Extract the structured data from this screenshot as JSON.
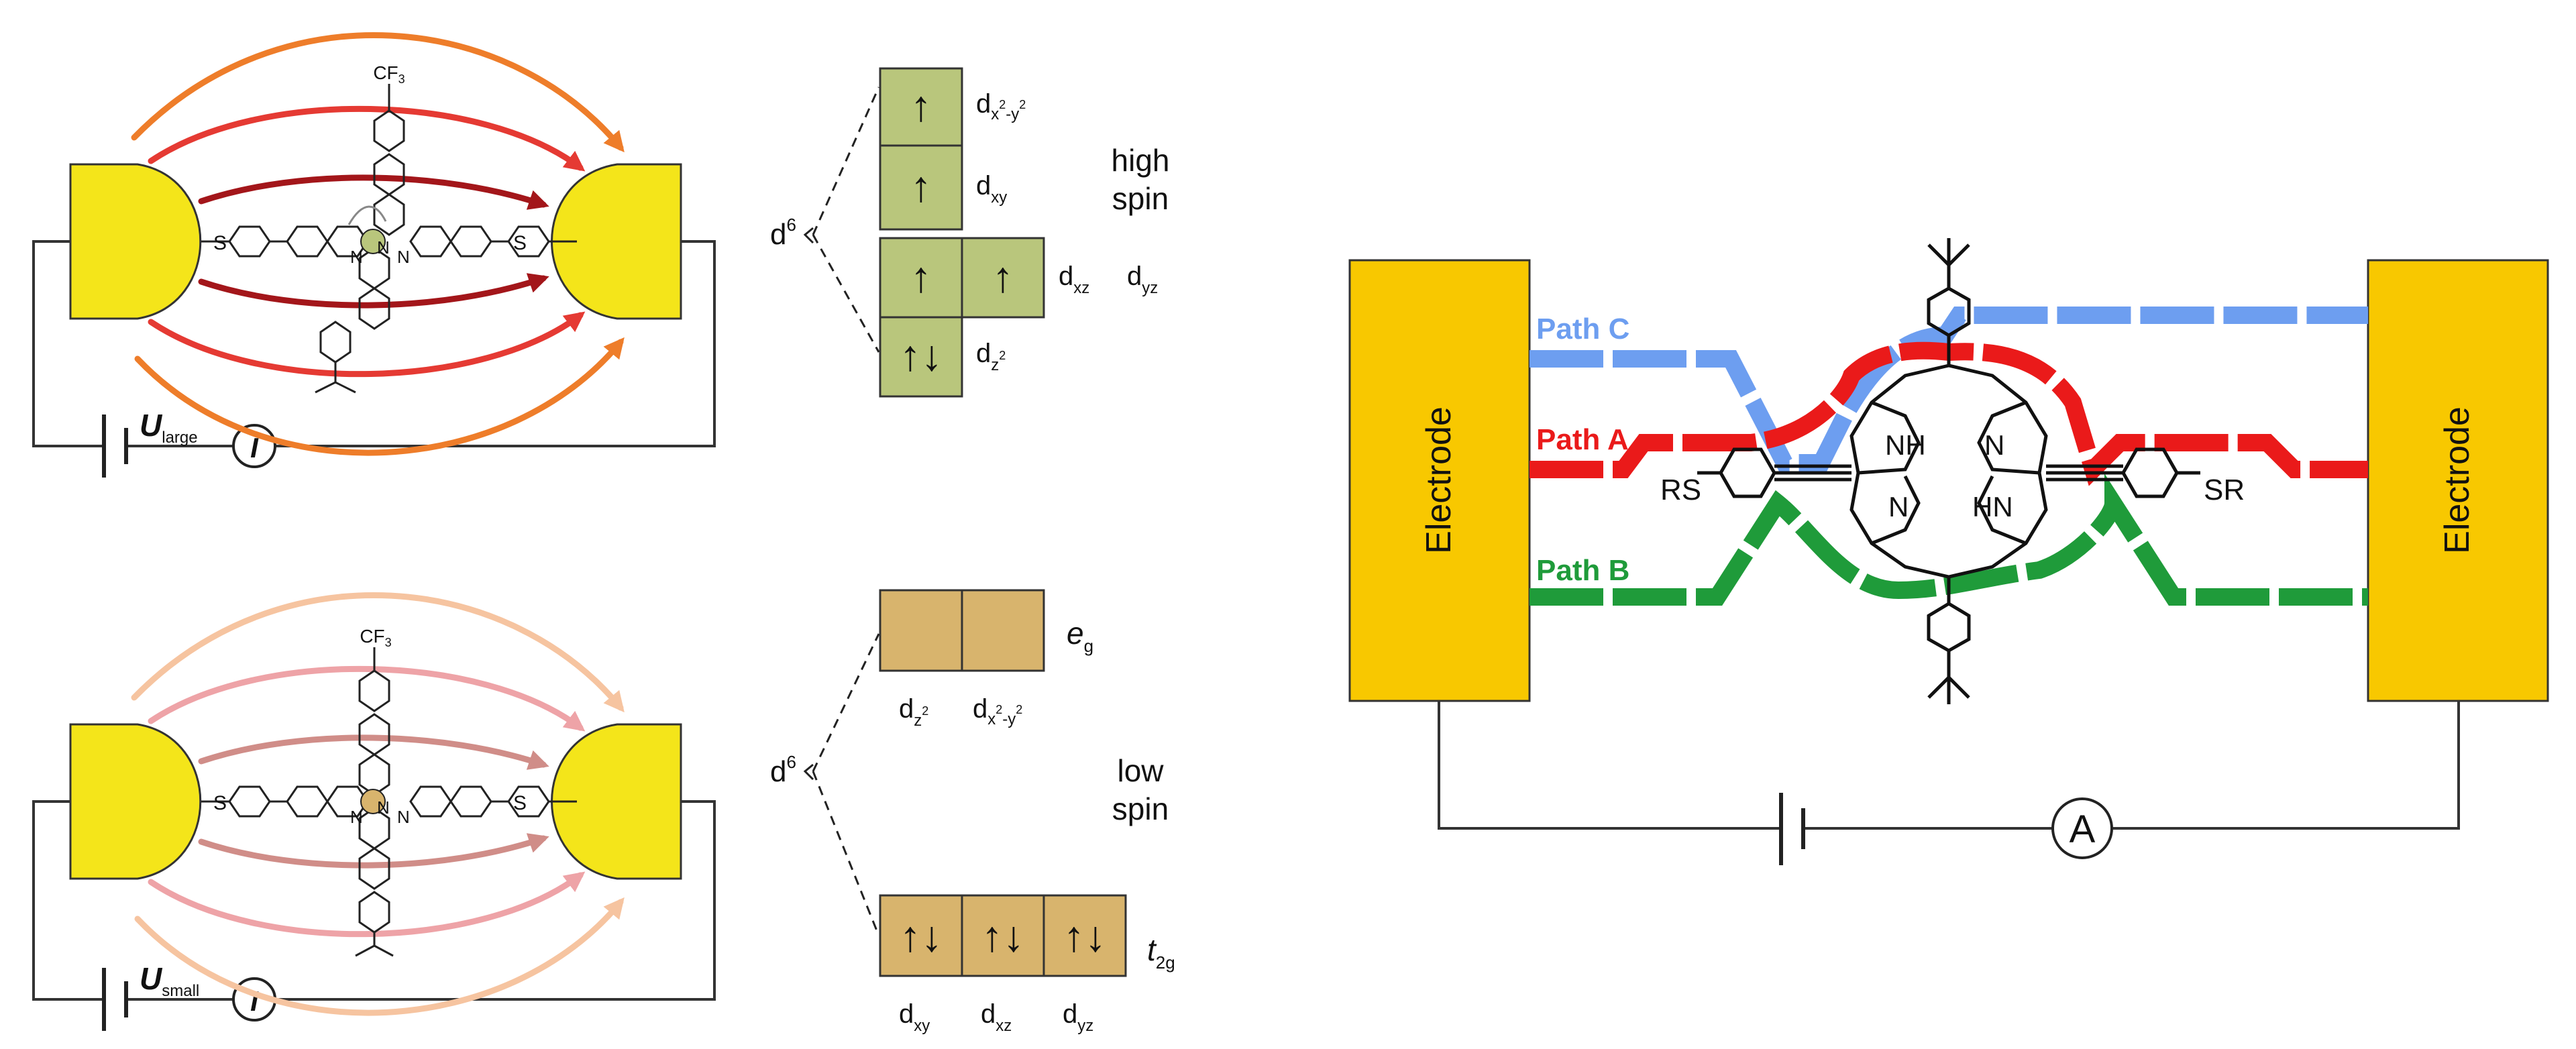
{
  "colors": {
    "electrode_gold": "#f4e51a",
    "electrode_orange": "#f8c800",
    "arrow_orange": "#ee7d2a",
    "arrow_red": "#e53a33",
    "arrow_darkred": "#a3161a",
    "arrow_orange_light": "#f6c4a0",
    "arrow_red_light": "#eea3a7",
    "arrow_darkred_light": "#d08d88",
    "box_green": "#b9c67c",
    "box_tan": "#d8b46d",
    "path_a": "#ea1a1a",
    "path_b": "#1f9b3a",
    "path_c": "#6d9ef0"
  },
  "junction_top": {
    "cf3": "CF",
    "cf3_sub": "3",
    "s_left": "S",
    "s_right": "S",
    "n_center": "N",
    "n_left": "N",
    "n_right": "N",
    "voltage_letter": "U",
    "voltage_sub": "large",
    "meter": "I"
  },
  "junction_bottom": {
    "cf3": "CF",
    "cf3_sub": "3",
    "s_left": "S",
    "s_right": "S",
    "n_center": "N",
    "n_left": "N",
    "n_right": "N",
    "voltage_letter": "U",
    "voltage_sub": "small",
    "meter": "I"
  },
  "levels_high": {
    "d6": "d",
    "d6_sup": "6",
    "x2y2": {
      "d": "d",
      "sub": "x",
      "sup": "2",
      "sub2": "-y",
      "sup2": "2"
    },
    "xy": {
      "d": "d",
      "sub": "xy"
    },
    "xz": {
      "d": "d",
      "sub": "xz"
    },
    "yz": {
      "d": "d",
      "sub": "yz"
    },
    "z2": {
      "d": "d",
      "sub": "z",
      "sup": "2"
    },
    "spin_line1": "high",
    "spin_line2": "spin",
    "up": "↑",
    "updown": "↑↓"
  },
  "levels_low": {
    "d6": "d",
    "d6_sup": "6",
    "z2": {
      "d": "d",
      "sub": "z",
      "sup": "2"
    },
    "x2y2": {
      "d": "d",
      "sub": "x",
      "sup": "2",
      "sub2": "-y",
      "sup2": "2"
    },
    "eg": {
      "main": "e",
      "sub": "g"
    },
    "t2g": {
      "main": "t",
      "sub": "2g"
    },
    "xy": {
      "d": "d",
      "sub": "xy"
    },
    "xz": {
      "d": "d",
      "sub": "xz"
    },
    "yz": {
      "d": "d",
      "sub": "yz"
    },
    "spin_line1": "low",
    "spin_line2": "spin",
    "updown": "↑↓"
  },
  "porphyrin_junction": {
    "electrode_left": "Electrode",
    "electrode_right": "Electrode",
    "path_c": "Path C",
    "path_a": "Path A",
    "path_b": "Path B",
    "rs": "RS",
    "sr": "SR",
    "nh": "NH",
    "hn": "HN",
    "n_right": "N",
    "n_left": "N",
    "meter": "A"
  }
}
